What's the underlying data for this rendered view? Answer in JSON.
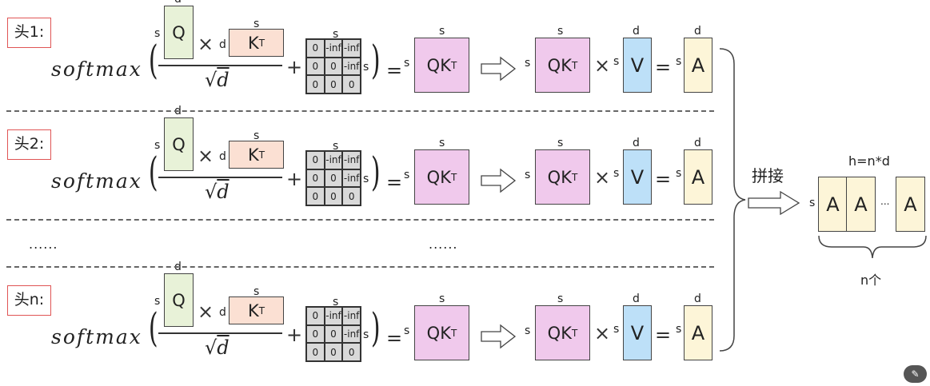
{
  "heads": [
    {
      "label": "头1:"
    },
    {
      "label": "头2:"
    },
    {
      "label": "头n:"
    }
  ],
  "formula": {
    "softmax": "softmax",
    "sqrt_d": "d",
    "plus": "+",
    "equals": "=",
    "times": "×",
    "q_label": "Q",
    "k_label": "K",
    "k_sup": "T",
    "qk_label": "QK",
    "qk_sup": "T",
    "v_label": "V",
    "a_label": "A",
    "dim_s": "s",
    "dim_d": "d",
    "mask": [
      "0",
      "-inf",
      "-inf",
      "0",
      "0",
      "-inf",
      "0",
      "0",
      "0"
    ]
  },
  "ellipsis": {
    "left": "......",
    "middle": "......"
  },
  "concat": {
    "label": "拼接",
    "width_label": "h=n*d",
    "row_dim": "s",
    "blocks": [
      "A",
      "A",
      "A"
    ],
    "between": "...",
    "count_label": "n个"
  },
  "badge": {
    "icon": "edit-icon"
  }
}
